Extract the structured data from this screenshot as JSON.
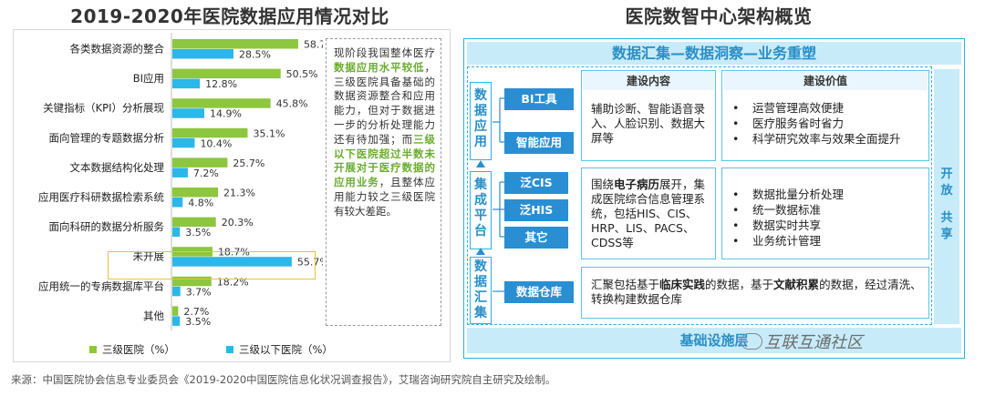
{
  "left": {
    "title": "2019-2020年医院数据应用情况对比",
    "note": {
      "p1": "现阶段我国整体医疗",
      "p1g": "数据应用水平较低",
      "p2": "，三级医院具备基础的数据资源整合和应用能力，但对于数据进一步的分析处理能力还有待加强；而",
      "p2g": "三级以下医院超过半数未开展对于医疗数据的应用业务",
      "p3": "，且整体应用能力较之三级医院有较大差距。"
    },
    "legend": [
      {
        "label": "三级医院（%）",
        "color": "#8dc63f"
      },
      {
        "label": "三级以下医院（%）",
        "color": "#2bb7e9"
      }
    ]
  },
  "chart_data": {
    "type": "bar",
    "orientation": "horizontal",
    "categories": [
      "各类数据资源的整合",
      "BI应用",
      "关键指标（KPI）分析展现",
      "面向管理的专题数据分析",
      "文本数据结构化处理",
      "应用医疗科研数据检索系统",
      "面向科研的数据分析服务",
      "未开展",
      "应用统一的专病数据库平台",
      "其他"
    ],
    "series": [
      {
        "name": "三级医院（%）",
        "values": [
          58.7,
          50.5,
          45.8,
          35.1,
          25.7,
          21.3,
          20.3,
          18.7,
          18.2,
          2.7
        ],
        "labels": [
          "58.7%",
          "50.5%",
          "45.8%",
          "35.1%",
          "25.7%",
          "21.3%",
          "20.3%",
          "18.7%",
          "18.2%",
          "2.7%"
        ]
      },
      {
        "name": "三级以下医院（%）",
        "values": [
          28.5,
          12.8,
          14.9,
          10.4,
          7.2,
          4.8,
          3.5,
          55.7,
          3.7,
          3.5
        ],
        "labels": [
          "28.5%",
          "12.8%",
          "14.9%",
          "10.4%",
          "7.2%",
          "4.8%",
          "3.5%",
          "55.7%",
          "3.7%",
          "3.5%"
        ]
      }
    ],
    "highlight_category": "未开展",
    "xlim": [
      0,
      70
    ],
    "colors": {
      "tier3": "#8dc63f",
      "below": "#2bb7e9",
      "highlight": "#e8c436"
    }
  },
  "right": {
    "title": "医院数智中心架构概览",
    "top_banner": "数据汇集—数据洞察—业务重塑",
    "bottom_banner": "基础设施层",
    "side_right": [
      "开",
      "放",
      "共",
      "享"
    ],
    "vlabels": [
      [
        "数",
        "据",
        "应",
        "用"
      ],
      [
        "集",
        "成",
        "平",
        "台"
      ],
      [
        "数",
        "据",
        "汇",
        "集"
      ]
    ],
    "buttons": {
      "bi": "BI工具",
      "smart": "智能应用",
      "cis": "泛CIS",
      "his": "泛HIS",
      "other": "其它",
      "warehouse": "数据仓库"
    },
    "col_heads": {
      "content": "建设内容",
      "value": "建设价值"
    },
    "content1": "辅助诊断、智能语音录入、人脸识别、数据大屏等",
    "content2a": "围绕",
    "content2b": "电子病历",
    "content2c": "展开，集成医院综合信息管理系统，包括HIS、CIS、HRP、LIS、PACS、CDSS等",
    "value1": [
      "运营管理高效便捷",
      "医疗服务省时省力",
      "科学研究效率与效果全面提升"
    ],
    "value2": [
      "数据批量分析处理",
      "统一数据标准",
      "数据实时共享",
      "业务统计管理"
    ],
    "warehouse_text": {
      "a": "汇聚包括基于",
      "b": "临床实践",
      "c": "的数据，基于",
      "d": "文献积累",
      "e": "的数据，经过清洗、转换构建数据仓库"
    },
    "watermark": "互联互通社区"
  },
  "source": "来源：中国医院协会信息专业委员会《2019-2020中国医院信息化状况调查报告》，艾瑞咨询研究院自主研究及绘制。",
  "colors": {
    "accent_blue": "#2bb2e5",
    "button_blue": "#2a8fd2",
    "green_highlight": "#6aad2e"
  }
}
